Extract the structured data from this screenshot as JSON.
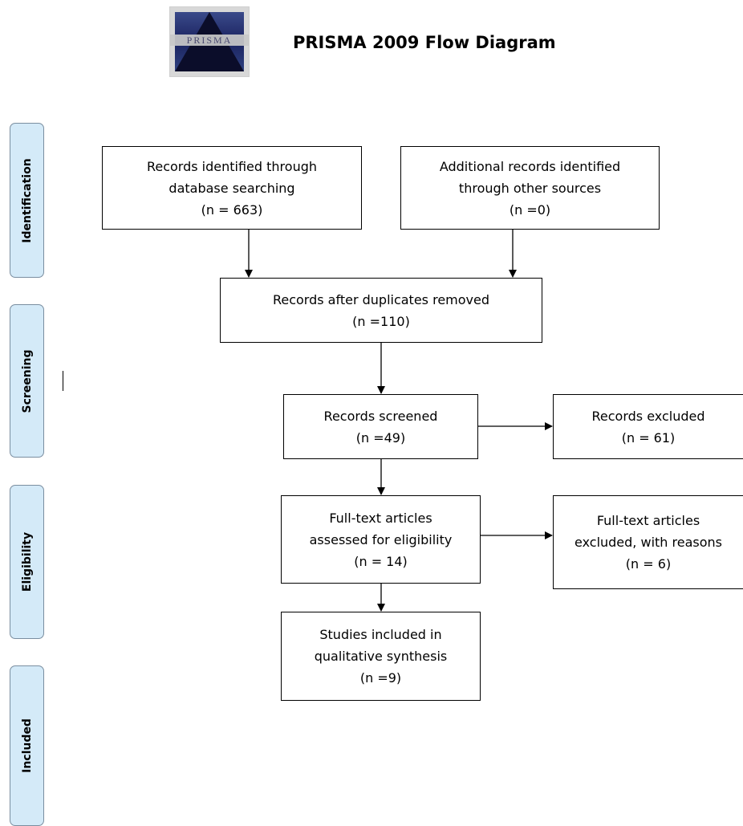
{
  "title": "PRISMA 2009 Flow Diagram",
  "logo": {
    "text": "PRISMA"
  },
  "phases": {
    "identification": "Identification",
    "screening": "Screening",
    "eligibility": "Eligibility",
    "included": "Included"
  },
  "boxes": {
    "records_identified": {
      "line1": "Records identified through",
      "line2": "database searching",
      "count": "(n = 663)"
    },
    "additional_records": {
      "line1": "Additional records identified",
      "line2": "through other sources",
      "count": "(n =0)"
    },
    "after_duplicates": {
      "line1": "Records after duplicates removed",
      "count": "(n =110)"
    },
    "screened": {
      "line1": "Records screened",
      "count": "(n =49)"
    },
    "excluded": {
      "line1": "Records excluded",
      "count": "(n = 61)"
    },
    "fulltext_assessed": {
      "line1": "Full-text articles",
      "line2": "assessed for eligibility",
      "count": "(n = 14)"
    },
    "fulltext_excluded": {
      "line1": "Full-text articles",
      "line2": "excluded, with reasons",
      "count": "(n = 6)"
    },
    "included_studies": {
      "line1": "Studies included in",
      "line2": "qualitative synthesis",
      "count": "(n =9)"
    }
  }
}
